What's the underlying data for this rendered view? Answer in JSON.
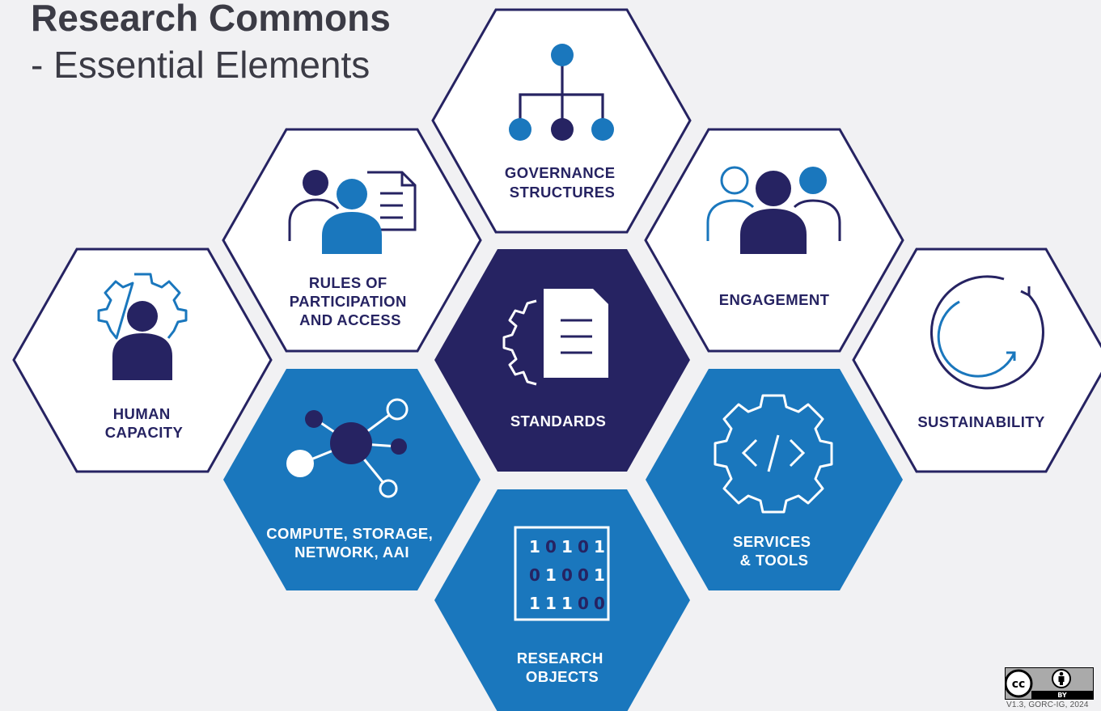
{
  "header": {
    "title": "Research Commons",
    "subtitle": "- Essential Elements"
  },
  "colors": {
    "navy": "#262362",
    "blue": "#1a77bd",
    "white": "#ffffff",
    "background": "#f1f1f3"
  },
  "elements": [
    {
      "id": "governance",
      "icon": "hierarchy-icon",
      "lines": [
        "GOVERNANCE",
        "STRUCTURES"
      ],
      "style": "white"
    },
    {
      "id": "rules",
      "icon": "people-document-icon",
      "lines": [
        "RULES OF",
        "PARTICIPATION",
        "AND ACCESS"
      ],
      "style": "white"
    },
    {
      "id": "engagement",
      "icon": "group-people-icon",
      "lines": [
        "ENGAGEMENT"
      ],
      "style": "white"
    },
    {
      "id": "human-capacity",
      "icon": "person-gear-icon",
      "lines": [
        "HUMAN",
        "CAPACITY"
      ],
      "style": "white"
    },
    {
      "id": "standards",
      "icon": "gear-document-icon",
      "lines": [
        "STANDARDS"
      ],
      "style": "navy"
    },
    {
      "id": "sustainability",
      "icon": "cycle-arrows-icon",
      "lines": [
        "SUSTAINABILITY"
      ],
      "style": "white"
    },
    {
      "id": "compute",
      "icon": "network-nodes-icon",
      "lines": [
        "COMPUTE, STORAGE,",
        "NETWORK, AAI"
      ],
      "style": "blue"
    },
    {
      "id": "services",
      "icon": "code-gear-icon",
      "lines": [
        "SERVICES",
        "& TOOLS"
      ],
      "style": "blue"
    },
    {
      "id": "research-objects",
      "icon": "binary-data-icon",
      "lines": [
        "RESEARCH",
        "OBJECTS"
      ],
      "style": "blue"
    }
  ],
  "binary": [
    [
      "1",
      "0",
      "1",
      "0",
      "1"
    ],
    [
      "0",
      "1",
      "0",
      "0",
      "1"
    ],
    [
      "1",
      "1",
      "1",
      "0",
      "0"
    ]
  ],
  "license": {
    "cc_mark": "cc",
    "by_label": "BY",
    "version": "V1.3, GORC-IG, 2024"
  }
}
